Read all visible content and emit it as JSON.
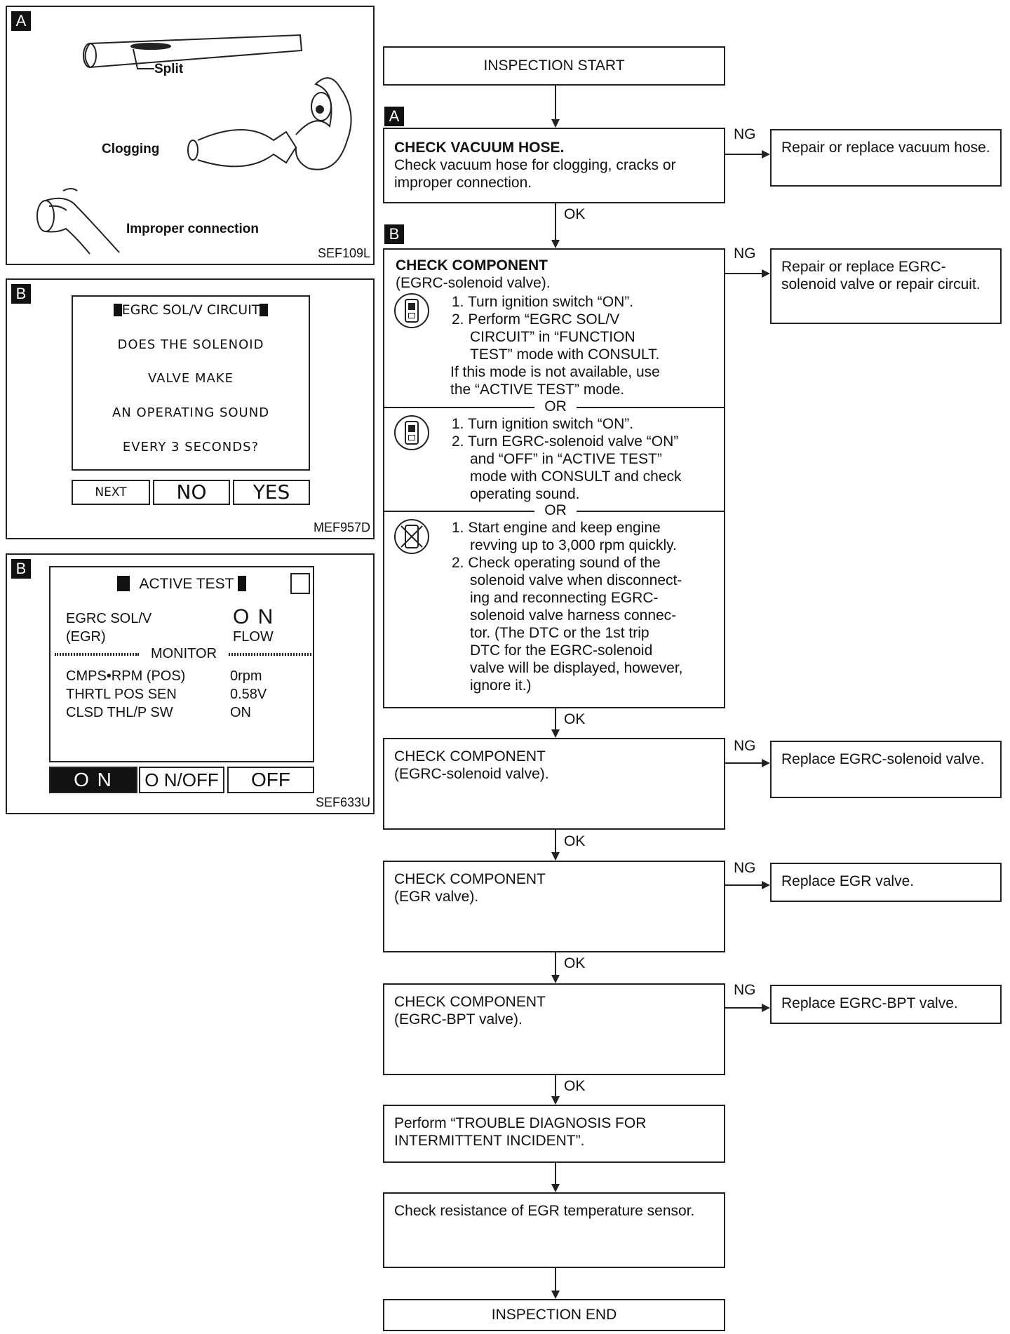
{
  "panels": {
    "a": {
      "tag": "A",
      "labels": {
        "split": "Split",
        "clogging": "Clogging",
        "improper": "Improper connection"
      },
      "ref": "SEF109L"
    },
    "b1": {
      "tag": "B",
      "screen_title": "EGRC SOL/V CIRCUIT",
      "lines": [
        "DOES THE SOLENOID",
        "VALVE MAKE",
        "AN OPERATING SOUND",
        "EVERY 3 SECONDS?"
      ],
      "buttons": {
        "next": "NEXT",
        "no": "NO",
        "yes": "YES"
      },
      "ref": "MEF957D"
    },
    "b2": {
      "tag": "B",
      "screen_title": "ACTIVE TEST",
      "row1_label": "EGRC SOL/V",
      "row1_value": "O N",
      "row2_label": "(EGR)",
      "row2_value": "FLOW",
      "monitor": "MONITOR",
      "monitor_rows": [
        {
          "label": "CMPS•RPM (POS)",
          "value": "0rpm"
        },
        {
          "label": "THRTL POS SEN",
          "value": "0.58V"
        },
        {
          "label": "CLSD THL/P SW",
          "value": "ON"
        }
      ],
      "buttons": {
        "on": "O N",
        "onoff": "O N/OFF",
        "off": "OFF"
      },
      "ref": "SEF633U"
    }
  },
  "flow": {
    "start": "INSPECTION START",
    "tag_a": "A",
    "tag_b": "B",
    "vacuum": {
      "title": "CHECK VACUUM HOSE.",
      "body": "Check vacuum hose for clogging, cracks or improper connection.",
      "ng_label": "NG",
      "ng_action": "Repair or replace vacuum hose.",
      "ok_label": "OK"
    },
    "component1": {
      "title": "CHECK COMPONENT",
      "subtitle": "(EGRC-solenoid valve).",
      "sec1_step1": "1. Turn ignition switch “ON”.",
      "sec1_step2a": "2. Perform “EGRC SOL/V",
      "sec1_step2b": "CIRCUIT” in “FUNCTION",
      "sec1_step2c": "TEST” mode with CONSULT.",
      "sec1_note1": "If this mode is not available, use",
      "sec1_note2": "the “ACTIVE TEST” mode.",
      "or1": "OR",
      "sec2_step1": "1. Turn ignition switch “ON”.",
      "sec2_step2a": "2. Turn EGRC-solenoid valve “ON”",
      "sec2_step2b": "and “OFF” in “ACTIVE TEST”",
      "sec2_step2c": "mode with CONSULT and check",
      "sec2_step2d": "operating sound.",
      "or2": "OR",
      "sec3_step1a": "1. Start engine and keep engine",
      "sec3_step1b": "revving up to 3,000 rpm quickly.",
      "sec3_step2a": "2. Check operating sound of the",
      "sec3_step2b": "solenoid valve when disconnect-",
      "sec3_step2c": "ing and reconnecting EGRC-",
      "sec3_step2d": "solenoid valve harness connec-",
      "sec3_step2e": "tor. (The DTC or the 1st trip",
      "sec3_step2f": "DTC for the EGRC-solenoid",
      "sec3_step2g": "valve will be displayed, however,",
      "sec3_step2h": "ignore it.)",
      "ng_label": "NG",
      "ng_action": "Repair or replace EGRC-solenoid valve or repair circuit.",
      "ok_label": "OK"
    },
    "component2": {
      "title": "CHECK COMPONENT",
      "subtitle": "(EGRC-solenoid valve).",
      "ng_label": "NG",
      "ng_action": "Replace EGRC-solenoid valve.",
      "ok_label": "OK"
    },
    "component3": {
      "title": "CHECK COMPONENT",
      "subtitle": "(EGR valve).",
      "ng_label": "NG",
      "ng_action": "Replace EGR valve.",
      "ok_label": "OK"
    },
    "component4": {
      "title": "CHECK COMPONENT",
      "subtitle": "(EGRC-BPT valve).",
      "ng_label": "NG",
      "ng_action": "Replace EGRC-BPT valve.",
      "ok_label": "OK"
    },
    "intermittent": "Perform “TROUBLE DIAGNOSIS FOR INTERMITTENT INCIDENT”.",
    "resistance": "Check resistance of EGR temperature sensor.",
    "end": "INSPECTION END"
  }
}
